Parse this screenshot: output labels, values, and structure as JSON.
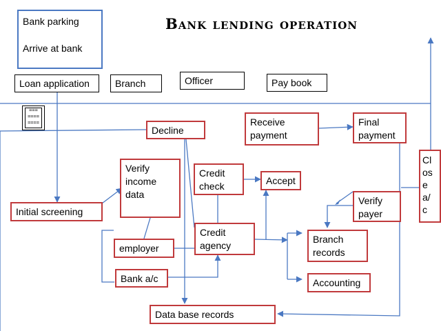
{
  "title": "Bank lending operation",
  "header_box": {
    "line1": "Bank parking",
    "line2": "Arrive at bank"
  },
  "header_row": {
    "loan_application": "Loan application",
    "branch": "Branch",
    "officer": "Officer",
    "pay_book": "Pay book"
  },
  "legend": {
    "lines": [
      "===",
      "====",
      "===="
    ]
  },
  "nodes": {
    "decline": "Decline",
    "receive_payment": "Receive\npayment",
    "final_payment": "Final\npayment",
    "verify_income": "Verify\nincome\ndata",
    "credit_check": "Credit\ncheck",
    "accept": "Accept",
    "initial_screening": "Initial screening",
    "verify_payer": "Verify\npayer",
    "credit_agency": "Credit\nagency",
    "branch_records": "Branch\nrecords",
    "employer": "employer",
    "bank_ac": "Bank a/c",
    "accounting": "Accounting",
    "database_records": "Data base records",
    "close_ac": "Cl\nos\ne\na/\nc"
  },
  "colors": {
    "node_border": "#c0393b",
    "connector": "#4a78c2",
    "header_border": "#000000",
    "top_box_border": "#4a78c2"
  }
}
